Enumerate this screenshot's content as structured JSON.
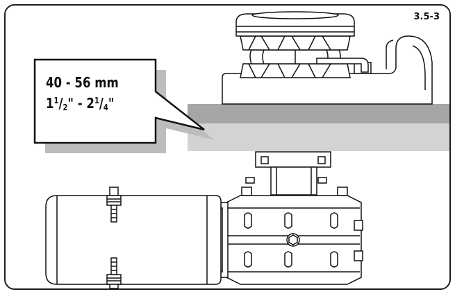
{
  "figure_number": "3.5-3",
  "callout": {
    "thickness_metric": "40 - 56 mm",
    "thickness_imperial": {
      "min_whole": "1",
      "min_num": "1",
      "min_den": "2",
      "separator": "\" - ",
      "max_whole": "2",
      "max_num": "1",
      "max_den": "4",
      "inch": "\""
    }
  },
  "colors": {
    "frame": "#1e1e1e",
    "deck_top": "#a6a6a6",
    "deck_bottom": "#d3d3d3",
    "outline": "#111111",
    "fill": "#ffffff"
  }
}
